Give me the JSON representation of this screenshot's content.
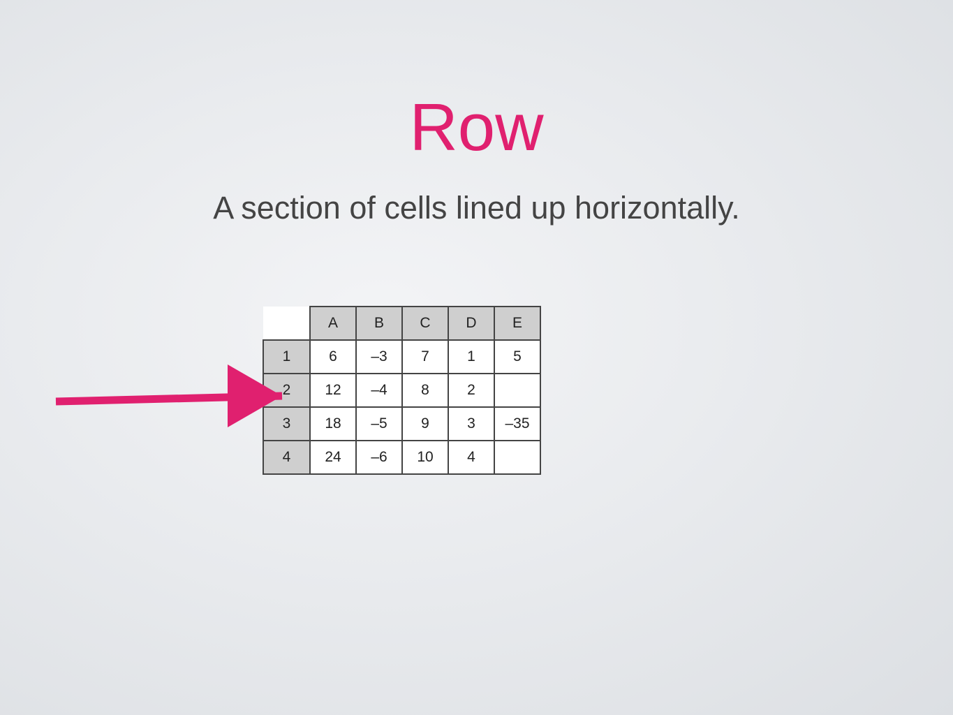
{
  "title": "Row",
  "subtitle": "A section of cells lined up horizontally.",
  "colors": {
    "accent": "#e0206f",
    "text": "#444444",
    "header_fill": "#cfcfcf"
  },
  "spreadsheet": {
    "columns": [
      "A",
      "B",
      "C",
      "D",
      "E"
    ],
    "rows": [
      {
        "label": "1",
        "cells": [
          "6",
          "–3",
          "7",
          "1",
          "5"
        ]
      },
      {
        "label": "2",
        "cells": [
          "12",
          "–4",
          "8",
          "2",
          ""
        ]
      },
      {
        "label": "3",
        "cells": [
          "18",
          "–5",
          "9",
          "3",
          "–35"
        ]
      },
      {
        "label": "4",
        "cells": [
          "24",
          "–6",
          "10",
          "4",
          ""
        ]
      }
    ],
    "highlighted_row": "2"
  },
  "pointer": {
    "icon": "arrow-right-icon",
    "target_row": "2"
  }
}
